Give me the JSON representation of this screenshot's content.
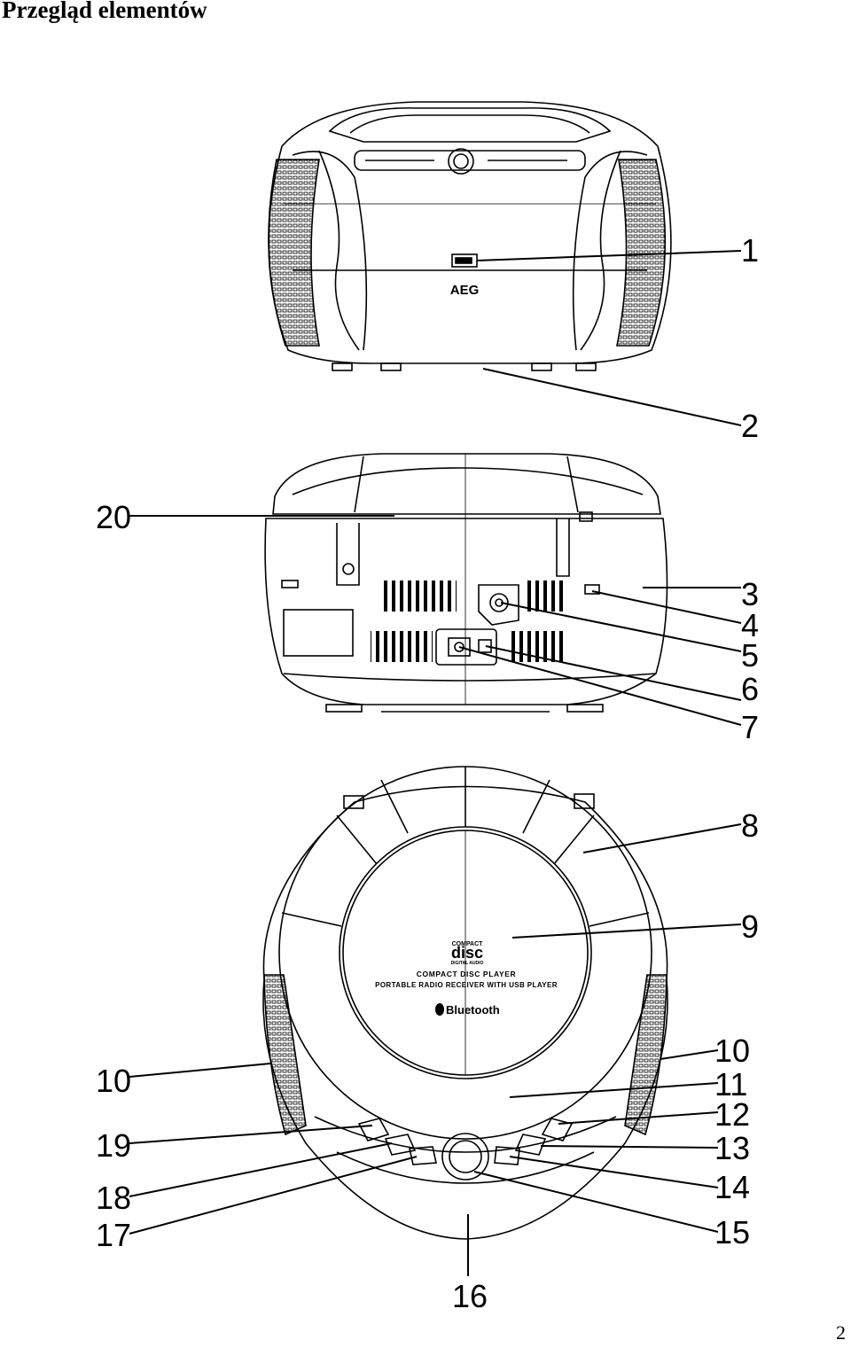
{
  "page": {
    "title": "Przegląd elementów",
    "page_number": "2"
  },
  "device_labels": {
    "brand": "AEG",
    "cd_logo_top": "COMPACT",
    "cd_logo_main": "disc",
    "cd_logo_bottom": "DIGITAL AUDIO",
    "cd_player": "COMPACT DISC PLAYER",
    "receiver": "PORTABLE RADIO RECEIVER WITH USB PLAYER",
    "bluetooth": "Bluetooth"
  },
  "callouts": [
    "1",
    "2",
    "3",
    "4",
    "5",
    "6",
    "7",
    "8",
    "9",
    "10",
    "11",
    "12",
    "13",
    "14",
    "15",
    "16",
    "17",
    "18",
    "19",
    "20",
    "10"
  ]
}
